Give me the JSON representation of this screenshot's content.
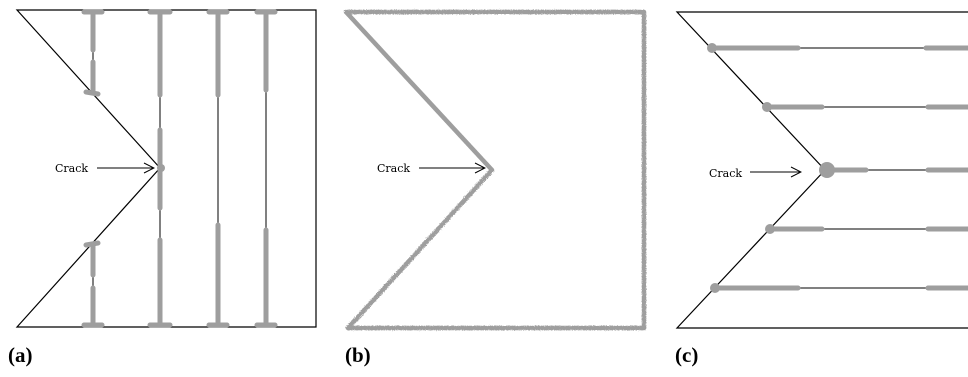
{
  "figure": {
    "panels": [
      {
        "id": "a",
        "label": "(a)",
        "crack_label": "Crack"
      },
      {
        "id": "b",
        "label": "(b)",
        "crack_label": "Crack"
      },
      {
        "id": "c",
        "label": "(c)",
        "crack_label": "Crack"
      }
    ],
    "colors": {
      "line": "#000000",
      "highlight": "#9e9e9e",
      "background": "#ffffff"
    }
  }
}
